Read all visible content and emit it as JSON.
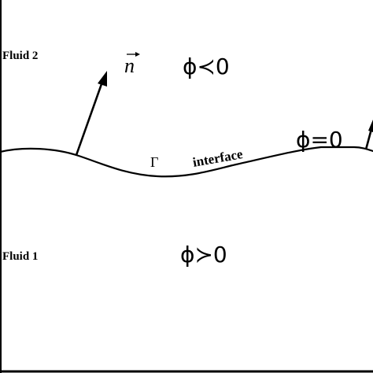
{
  "labels": {
    "fluid_2": "Fluid 2",
    "fluid_1": "Fluid 1",
    "normal_vector": "n",
    "phi_negative": "ϕ≺0",
    "phi_zero": "ϕ=0",
    "phi_positive": "ϕ≻0",
    "gamma": "Γ",
    "interface": "interface"
  },
  "colors": {
    "line": "#000000",
    "background": "#ffffff"
  }
}
